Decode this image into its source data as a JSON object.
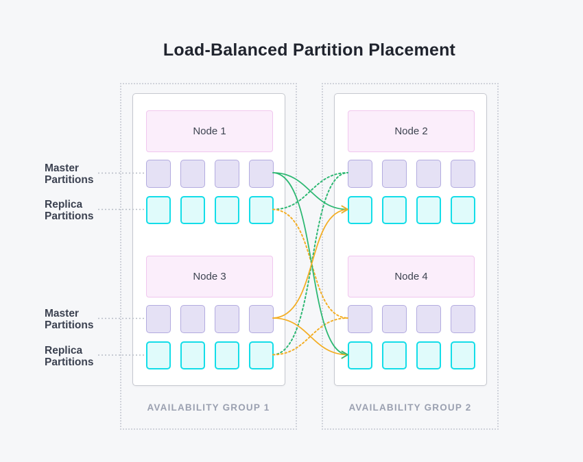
{
  "title": "Load-Balanced Partition Placement",
  "groups": [
    {
      "name": "AVAILABILITY GROUP 1",
      "nodes": [
        {
          "name": "Node 1",
          "master_partitions": 4,
          "replica_partitions": 4
        },
        {
          "name": "Node 3",
          "master_partitions": 4,
          "replica_partitions": 4
        }
      ]
    },
    {
      "name": "AVAILABILITY GROUP 2",
      "nodes": [
        {
          "name": "Node 2",
          "master_partitions": 4,
          "replica_partitions": 4
        },
        {
          "name": "Node 4",
          "master_partitions": 4,
          "replica_partitions": 4
        }
      ]
    }
  ],
  "side_labels": [
    {
      "line1": "Master",
      "line2": "Partitions"
    },
    {
      "line1": "Replica",
      "line2": "Partitions"
    },
    {
      "line1": "Master",
      "line2": "Partitions"
    },
    {
      "line1": "Replica",
      "line2": "Partitions"
    }
  ],
  "connections": [
    {
      "from": "node1-master-partitions",
      "to": "node2-replica-partitions",
      "style": "solid",
      "color": "green",
      "arrow": true
    },
    {
      "from": "node1-master-partitions",
      "to": "node4-replica-partitions",
      "style": "solid",
      "color": "green",
      "arrow": true
    },
    {
      "from": "node3-master-partitions",
      "to": "node2-replica-partitions",
      "style": "solid",
      "color": "orange",
      "arrow": true
    },
    {
      "from": "node3-master-partitions",
      "to": "node4-replica-partitions",
      "style": "solid",
      "color": "orange",
      "arrow": true
    },
    {
      "from": "node1-replica-partitions",
      "to": "node2-master-partitions",
      "style": "dotted",
      "color": "green",
      "arrow": false
    },
    {
      "from": "node3-replica-partitions",
      "to": "node2-master-partitions",
      "style": "dotted",
      "color": "green",
      "arrow": false
    },
    {
      "from": "node1-replica-partitions",
      "to": "node4-master-partitions",
      "style": "dotted",
      "color": "orange",
      "arrow": false
    },
    {
      "from": "node3-replica-partitions",
      "to": "node4-master-partitions",
      "style": "dotted",
      "color": "orange",
      "arrow": false
    }
  ],
  "colors": {
    "bg": "#f6f7f9",
    "green": "#2eb873",
    "orange": "#f3ae25",
    "master_fill": "#e5e1f5",
    "master_border": "#b2aadf",
    "replica_fill": "#e0fbfb",
    "replica_border": "#12dde8",
    "node_fill": "#fbeefb",
    "node_border": "#f0c6ee",
    "box_border": "#c5c8cf",
    "dash_border": "#cfd2da",
    "leader": "#b6bbc6",
    "title_color": "#20242e",
    "label_color": "#3b4150",
    "group_label_color": "#9aa0b0"
  }
}
